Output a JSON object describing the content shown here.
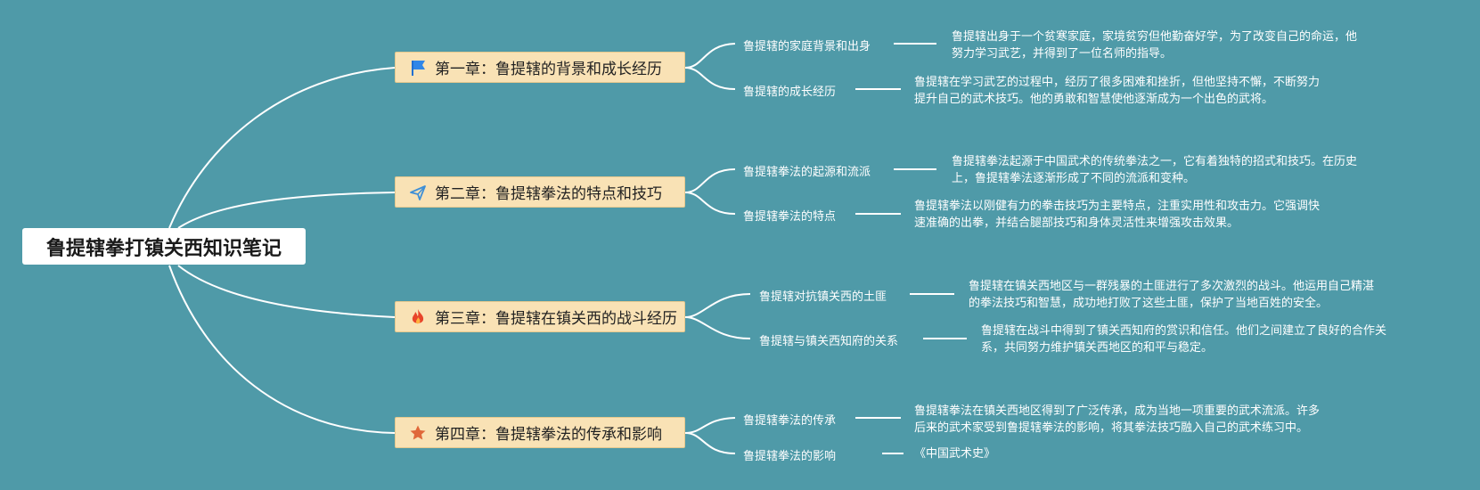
{
  "root": {
    "title": "鲁提辖拳打镇关西知识笔记"
  },
  "chapters": [
    {
      "icon": "blue-flag-icon",
      "title": "第一章：鲁提辖的背景和成长经历",
      "topics": [
        {
          "label": "鲁提辖的家庭背景和出身",
          "lines": [
            "鲁提辖出身于一个贫寒家庭，家境贫穷但他勤奋好学，为了改变自己的命运，他",
            "努力学习武艺，并得到了一位名师的指导。"
          ]
        },
        {
          "label": "鲁提辖的成长经历",
          "lines": [
            "鲁提辖在学习武艺的过程中，经历了很多困难和挫折，但他坚持不懈，不断努力",
            "提升自己的武术技巧。他的勇敢和智慧使他逐渐成为一个出色的武将。"
          ]
        }
      ]
    },
    {
      "icon": "paper-plane-icon",
      "title": "第二章：鲁提辖拳法的特点和技巧",
      "topics": [
        {
          "label": "鲁提辖拳法的起源和流派",
          "lines": [
            "鲁提辖拳法起源于中国武术的传统拳法之一，它有着独特的招式和技巧。在历史",
            "上，鲁提辖拳法逐渐形成了不同的流派和变种。"
          ]
        },
        {
          "label": "鲁提辖拳法的特点",
          "lines": [
            "鲁提辖拳法以刚健有力的拳击技巧为主要特点，注重实用性和攻击力。它强调快",
            "速准确的出拳，并结合腿部技巧和身体灵活性来增强攻击效果。"
          ]
        }
      ]
    },
    {
      "icon": "fire-icon",
      "title": "第三章：鲁提辖在镇关西的战斗经历",
      "topics": [
        {
          "label": "鲁提辖对抗镇关西的土匪",
          "lines": [
            "鲁提辖在镇关西地区与一群残暴的土匪进行了多次激烈的战斗。他运用自己精湛",
            "的拳法技巧和智慧，成功地打败了这些土匪，保护了当地百姓的安全。"
          ]
        },
        {
          "label": "鲁提辖与镇关西知府的关系",
          "lines": [
            "鲁提辖在战斗中得到了镇关西知府的赏识和信任。他们之间建立了良好的合作关",
            "系，共同努力维护镇关西地区的和平与稳定。"
          ]
        }
      ]
    },
    {
      "icon": "star-icon",
      "title": "第四章：鲁提辖拳法的传承和影响",
      "topics": [
        {
          "label": "鲁提辖拳法的传承",
          "lines": [
            "鲁提辖拳法在镇关西地区得到了广泛传承，成为当地一项重要的武术流派。许多",
            "后来的武术家受到鲁提辖拳法的影响，将其拳法技巧融入自己的武术练习中。"
          ]
        },
        {
          "label": "鲁提辖拳法的影响",
          "lines": [
            "《中国武术史》"
          ]
        }
      ]
    }
  ]
}
